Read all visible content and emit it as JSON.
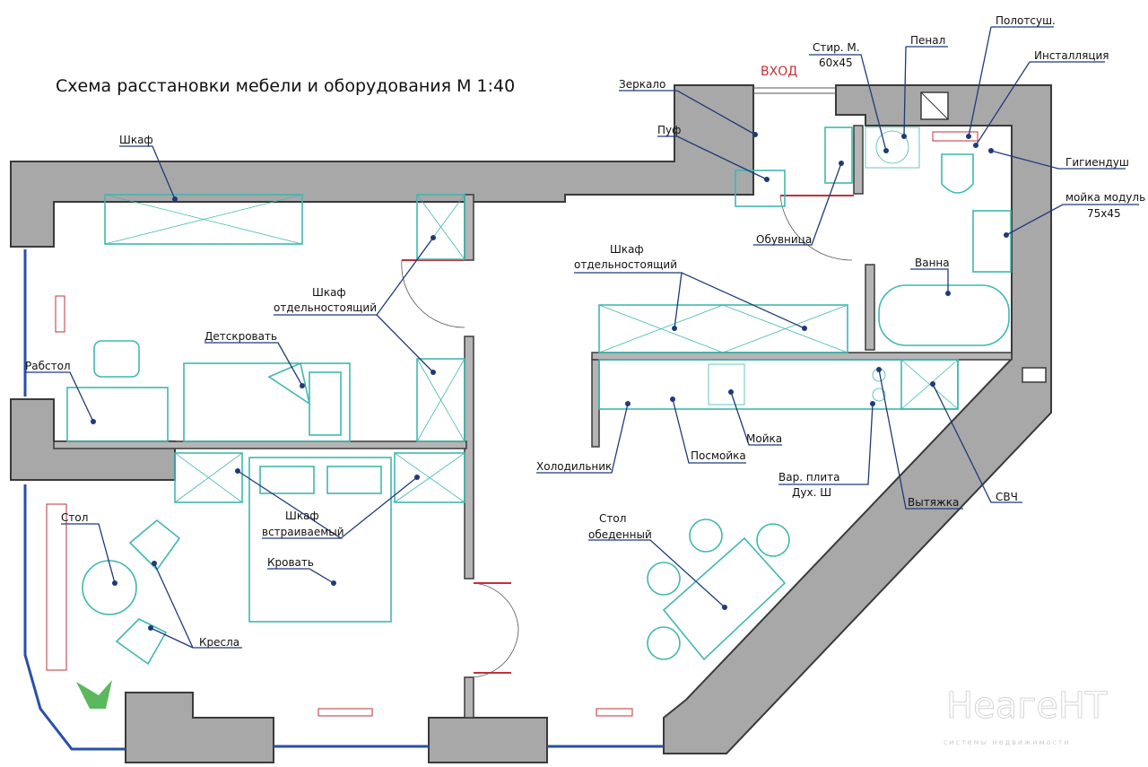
{
  "title": "Схема расстановки мебели и оборудования М 1:40",
  "entry": "ВХОД",
  "labels": {
    "mirror": "Зеркало",
    "pouf": "Пуф",
    "wardrobe_top": "Шкаф",
    "washer_1": "Стир. М.",
    "washer_2": "60x45",
    "cabinet": "Пенал",
    "towel_dryer": "Полотсуш.",
    "installation": "Инсталляция",
    "hygienic_shower": "Гигиендуш",
    "sink_module_1": "мойка модуль",
    "sink_module_2": "75x45",
    "shoe_rack": "Обувница",
    "freestanding_1a": "Шкаф",
    "freestanding_1b": "отдельностоящий",
    "bathtub": "Ванна",
    "freestanding_2a": "Шкаф",
    "freestanding_2b": "отдельностоящий",
    "child_bed": "Детскровать",
    "desk": "Рабстол",
    "kitchen_sink": "Мойка",
    "fridge": "Холодильник",
    "dishwasher": "Посмойка",
    "hob_1": "Вар. плита",
    "hob_2": "Дух. Ш",
    "hood": "Вытяжка",
    "microwave": "СВЧ",
    "table_left": "Стол",
    "builtin_1": "Шкаф",
    "builtin_2": "встраиваемый",
    "dining_1": "Стол",
    "dining_2": "обеденный",
    "bed": "Кровать",
    "armchairs": "Кресла"
  },
  "watermark": {
    "brand": "НеагеНТ",
    "tagline": "системы недвижимости"
  },
  "colors": {
    "wall": "#a8a8a8",
    "furniture": "#3fb8b0",
    "leader": "#1f3a7a",
    "accent": "#c0313a",
    "window": "#2a4fa8"
  }
}
